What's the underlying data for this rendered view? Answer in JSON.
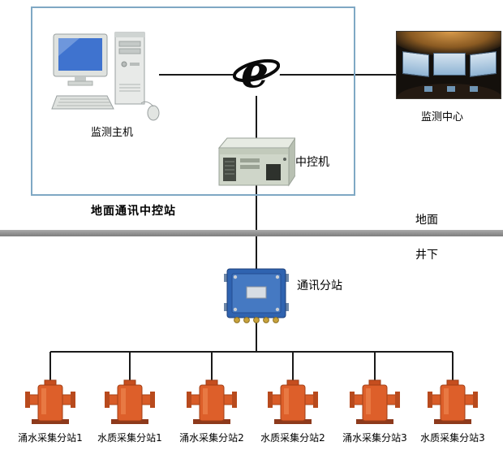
{
  "ground_station": {
    "label": "地面通讯中控站",
    "monitor_host": {
      "label": "监测主机",
      "icon": "desktop-computer-icon"
    },
    "control_machine": {
      "label": "中控机",
      "icon": "rack-server-icon"
    }
  },
  "network": {
    "icon": "internet-e-logo-icon"
  },
  "monitor_center": {
    "label": "监测中心",
    "icon": "control-room-photo"
  },
  "surface_divider": {
    "surface_label": "地面",
    "underground_label": "井下"
  },
  "comm_substation": {
    "label": "通讯分站",
    "icon": "junction-box-icon"
  },
  "sensors": [
    {
      "label": "涌水采集分站1",
      "icon": "flow-sensor-icon"
    },
    {
      "label": "水质采集分站1",
      "icon": "flow-sensor-icon"
    },
    {
      "label": "涌水采集分站2",
      "icon": "flow-sensor-icon"
    },
    {
      "label": "水质采集分站2",
      "icon": "flow-sensor-icon"
    },
    {
      "label": "涌水采集分站3",
      "icon": "flow-sensor-icon"
    },
    {
      "label": "水质采集分站3",
      "icon": "flow-sensor-icon"
    }
  ],
  "colors": {
    "station_box_border": "#7fa8c4",
    "divider_bar": "#909090",
    "connector_line": "#1a1a1a",
    "sensor_body": "#d4571f",
    "substation_body": "#2f63b0",
    "screen_blue": "#3f73cf"
  }
}
